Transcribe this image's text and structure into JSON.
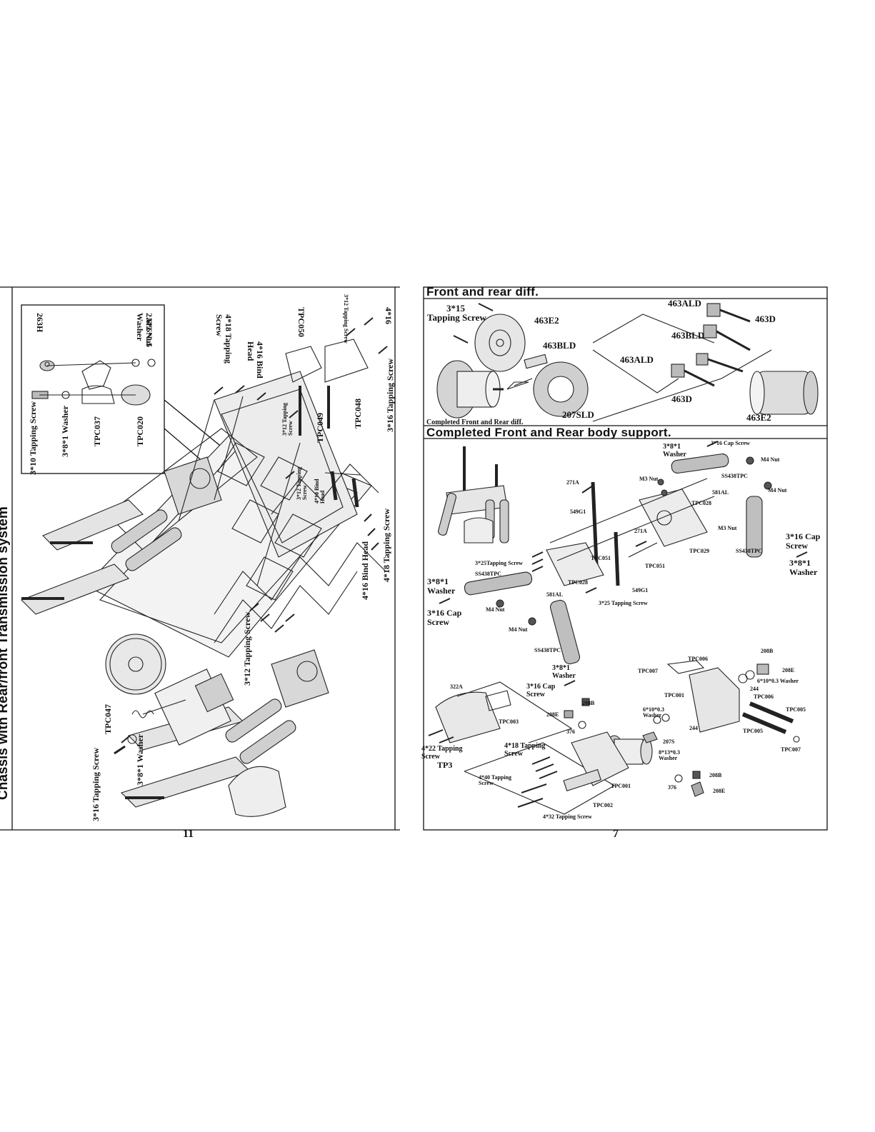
{
  "left_page": {
    "side_title": "Chassis with Rear/front Transmission system",
    "page_number": "11",
    "labels": {
      "263H": "263H",
      "washer_2_6": "2.6*6*0.5 Washer",
      "m2_nut": "M2 Nut",
      "tapping_3_10": "3*10 Tapping Screw",
      "washer_3_8_1_a": "3*8*1 Washer",
      "tpc037": "TPC037",
      "tpc020": "TPC020",
      "tapping_4_18_a": "4*18 Tapping Screw",
      "bind_4_16_a": "4*16 Bind Head",
      "tpc050": "TPC050",
      "tapping_3_12_a": "3*12 Tapping Screw",
      "num_4_16": "4*16",
      "tpc049": "TPC049",
      "tpc048": "TPC048",
      "tapping_3_16_a": "3*16 Tapping Screw",
      "tapping_3_12_b": "3*12 Tapping Screw",
      "bind_4_10": "4*10 Bind Head",
      "tapping_3_12_c": "3*12 Tapping Screw",
      "tapping_3_16_b": "3*16 Tapping Screw",
      "bind_4_16_b": "4*16 Bind Head",
      "tapping_4_18_b": "4*18 Tapping Screw",
      "tapping_3_12_d": "3*12 Tapping Screw",
      "tpc047": "TPC047",
      "washer_3_8_1_b": "3*8*1 Washer",
      "tapping_3_16_c": "3*16 Tapping Screw"
    }
  },
  "right_page": {
    "page_number": "7",
    "section1": {
      "title": "Front and rear diff.",
      "caption": "Completed Front and Rear diff.",
      "labels": {
        "screw_3_15": "3*15",
        "tapping_screw": "Tapping Screw",
        "463E2_a": "463E2",
        "463BLD_a": "463BLD",
        "463ALD_a": "463ALD",
        "463D_a": "463D",
        "463BLD_b": "463BLD",
        "463ALD_b": "463ALD",
        "463D_b": "463D",
        "463E2_b": "463E2",
        "207SLD": "207SLD"
      }
    },
    "section2": {
      "title": "Completed Front and Rear body support.",
      "labels": {
        "washer_3_8_1_a": "3*8*1 Washer",
        "cap_3_16_a": "3*16 Cap Screw",
        "m4nut_a": "M4 Nut",
        "m3nut_a": "M3 Nut",
        "ss438_a": "SS438TPC",
        "271A_a": "271A",
        "581AL_a": "581AL",
        "m4nut_b": "M4 Nut",
        "tpc028_a": "TPC028",
        "549G1_a": "549G1",
        "271A_b": "271A",
        "m3nut_b": "M3 Nut",
        "cap_3_16_b": "3*16 Cap Screw",
        "tpc029": "TPC029",
        "ss438_b": "SS438TPC",
        "washer_3_8_1_b": "3*8*1 Washer",
        "tapping_3_25_a": "3*25Tapping Screw",
        "tpc051_a": "TPC051",
        "tpc051_b": "TPC051",
        "ss438_c": "SS438TPC",
        "washer_3_8_1_c": "3*8*1 Washer",
        "tpc028_b": "TPC028",
        "581AL_b": "581AL",
        "cap_3_16_c": "3*16 Cap Screw",
        "m4nut_c": "M4 Nut",
        "tapping_3_25_b": "3*25 Tapping Screw",
        "549G1_b": "549G1",
        "m4nut_d": "M4 Nut",
        "ss438_d": "SS438TPC",
        "washer_3_8_1_d": "3*8*1 Washer",
        "cap_3_16_d": "3*16 Cap Screw"
      }
    },
    "section3": {
      "labels": {
        "tpc006_a": "TPC006",
        "208B_a": "208B",
        "tpc007_a": "TPC007",
        "208E_a": "208E",
        "washer_6_10_a": "6*10*0.3 Washer",
        "244_a": "244",
        "tpc006_b": "TPC006",
        "322A": "322A",
        "208B_b": "208B",
        "tpc001_a": "TPC001",
        "tpc005_a": "TPC005",
        "208E_b": "208E",
        "washer_6_10_b": "6*10*0.3 Washer",
        "tpc003": "TPC003",
        "244_b": "244",
        "tpc005_b": "TPC005",
        "376_a": "376",
        "tpc007_b": "TPC007",
        "tapping_4_22": "4*22 Tapping Screw",
        "tp3": "TP3",
        "tapping_4_18": "4*18 Tapping Screw",
        "207S": "207S",
        "washer_8_13": "8*13*0.3 Washer",
        "tapping_4_40": "4*40 Tapping Screw",
        "208B_c": "208B",
        "376_b": "376",
        "tpc001_b": "TPC001",
        "208E_c": "208E",
        "tpc002": "TPC002",
        "tapping_4_32": "4*32 Tapping Screw"
      }
    }
  }
}
